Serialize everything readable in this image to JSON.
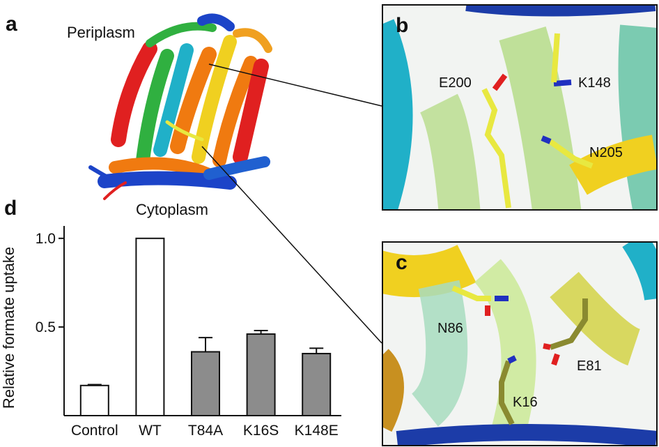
{
  "panel_a": {
    "letter": "a",
    "top_label": "Periplasm",
    "bottom_label": "Cytoplasm"
  },
  "panel_b": {
    "letter": "b",
    "residues": [
      "E200",
      "K148",
      "N205"
    ]
  },
  "panel_c": {
    "letter": "c",
    "residues": [
      "N86",
      "E81",
      "K16"
    ]
  },
  "panel_d": {
    "letter": "d",
    "chart_data": {
      "type": "bar",
      "ylabel": "Relative formate uptake",
      "xlabel": "",
      "categories": [
        "Control",
        "WT",
        "T84A",
        "K16S",
        "K148E"
      ],
      "values": [
        0.17,
        1.0,
        0.36,
        0.46,
        0.35
      ],
      "errors": [
        0.005,
        0.0,
        0.08,
        0.02,
        0.03
      ],
      "fills": [
        "#ffffff",
        "#ffffff",
        "#8c8c8c",
        "#8c8c8c",
        "#8c8c8c"
      ],
      "ylim": [
        0,
        1.07
      ],
      "yticks": [
        "0.5",
        "1.0"
      ],
      "ytick_values": [
        0.5,
        1.0
      ]
    }
  },
  "colors": {
    "helix_red": "#e02020",
    "helix_orange": "#f07a10",
    "helix_yellow": "#f0d020",
    "helix_green": "#30b040",
    "helix_cyan": "#20b0c8",
    "helix_blue": "#1c44c8",
    "sidechain": "#e8e840",
    "oxygen": "#e02020",
    "nitrogen": "#2030c0"
  }
}
